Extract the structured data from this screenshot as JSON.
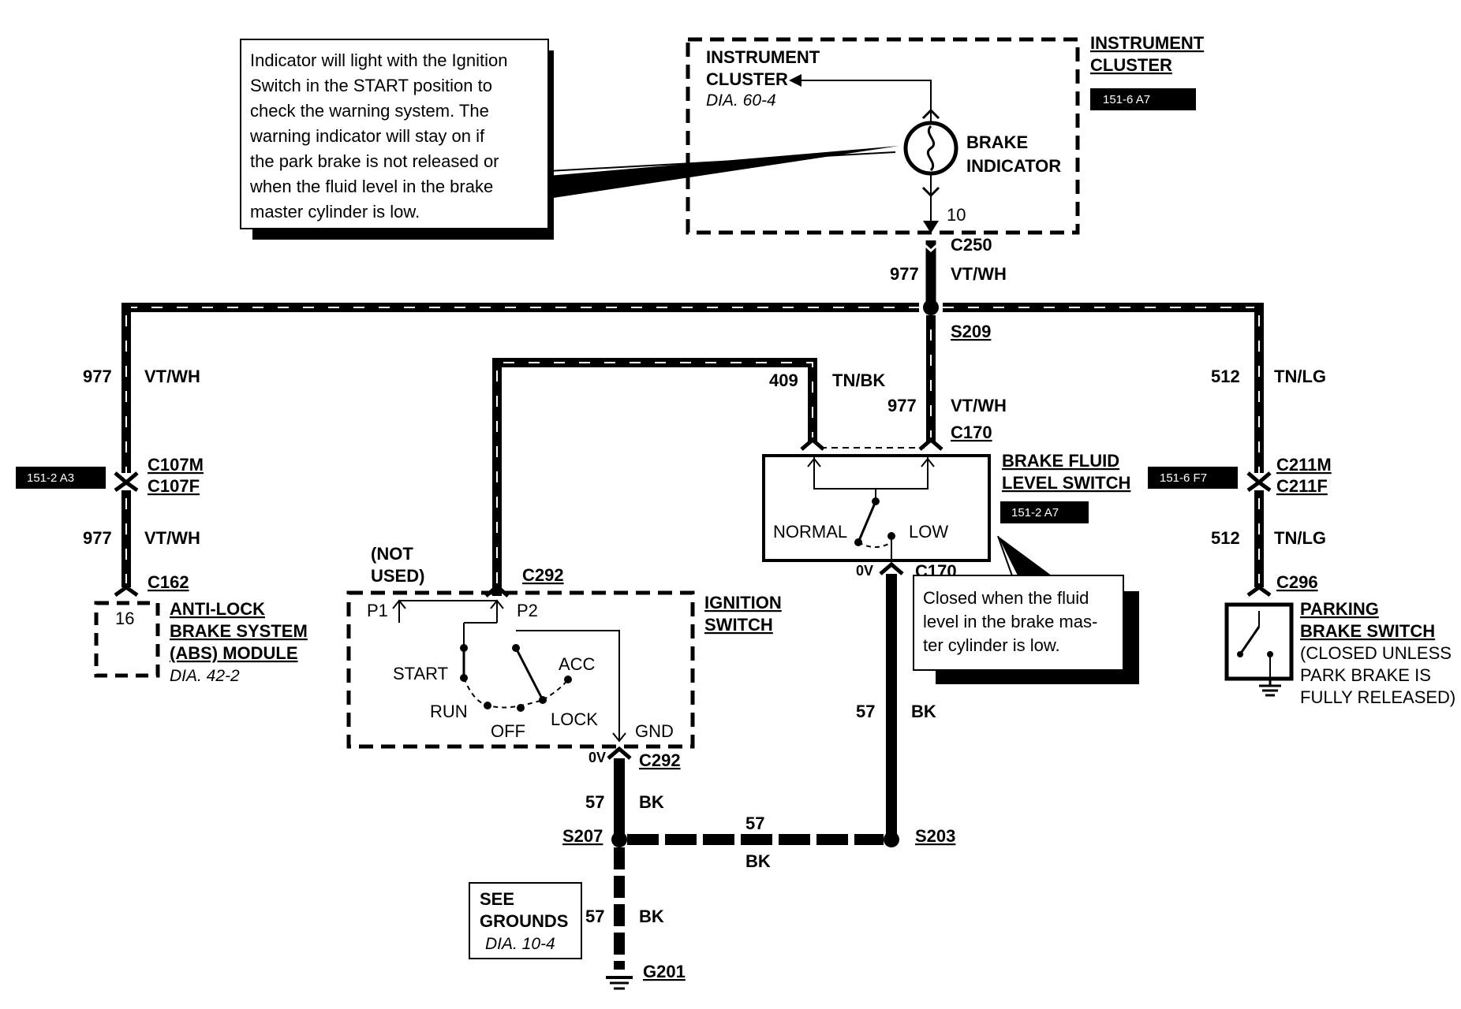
{
  "note_top": [
    "Indicator will light with the Ignition",
    "Switch in the START position to",
    "check the warning system. The",
    "warning indicator will stay on if",
    "the park brake is not released or",
    "when the fluid level in the brake",
    "master cylinder is low."
  ],
  "note_fluid": [
    "Closed when the fluid",
    "level in the brake mas-",
    "ter cylinder is low."
  ],
  "instrument_cluster": {
    "title_l1": "INSTRUMENT",
    "title_l2": "CLUSTER",
    "ref": "151-6 A7",
    "inner_l1": "INSTRUMENT",
    "inner_l2": "CLUSTER",
    "inner_dia": "DIA. 60-4",
    "indicator_l1": "BRAKE",
    "indicator_l2": "INDICATOR",
    "pin": "10"
  },
  "c250": {
    "connector": "C250",
    "circuit": "977",
    "color": "VT/WH"
  },
  "s209": "S209",
  "left_branch": {
    "circuit_top": "977",
    "color_top": "VT/WH",
    "ref": "151-2 A3",
    "conn_m": "C107M",
    "conn_f": "C107F",
    "circuit_bot": "977",
    "color_bot": "VT/WH",
    "conn_c162": "C162",
    "pin": "16",
    "module_l1": "ANTI-LOCK",
    "module_l2": "BRAKE SYSTEM",
    "module_l3": "(ABS) MODULE",
    "module_dia": "DIA. 42-2"
  },
  "mid_branch": {
    "circuit_409": "409",
    "color_409": "TN/BK",
    "circuit_977": "977",
    "color_977": "VT/WH",
    "conn_c170": "C170"
  },
  "fluid_switch": {
    "title_l1": "BRAKE FLUID",
    "title_l2": "LEVEL SWITCH",
    "ref": "151-2 A7",
    "normal": "NORMAL",
    "low": "LOW",
    "volt": "0V",
    "conn_bottom": "C170"
  },
  "right_branch": {
    "circuit_top": "512",
    "color_top": "TN/LG",
    "ref": "151-6 F7",
    "conn_m": "C211M",
    "conn_f": "C211F",
    "circuit_bot": "512",
    "color_bot": "TN/LG",
    "conn_c296": "C296",
    "switch_l1": "PARKING",
    "switch_l2": "BRAKE SWITCH",
    "switch_l3": "(CLOSED UNLESS",
    "switch_l4": "PARK BRAKE IS",
    "switch_l5": "FULLY RELEASED)"
  },
  "ignition": {
    "not_used_l1": "(NOT",
    "not_used_l2": "USED)",
    "conn_top": "C292",
    "title_l1": "IGNITION",
    "title_l2": "SWITCH",
    "p1": "P1",
    "p2": "P2",
    "start": "START",
    "run": "RUN",
    "off": "OFF",
    "lock": "LOCK",
    "acc": "ACC",
    "gnd": "GND",
    "volt": "0V",
    "conn_bottom": "C292"
  },
  "ground": {
    "circuit_a": "57",
    "color_a": "BK",
    "s207": "S207",
    "circuit_h": "57",
    "color_h": "BK",
    "s203": "S203",
    "circuit_v": "57",
    "color_v": "BK",
    "see_l1": "SEE",
    "see_l2": "GROUNDS",
    "see_dia": "DIA. 10-4",
    "circuit_b": "57",
    "color_b": "BK",
    "g201": "G201"
  }
}
